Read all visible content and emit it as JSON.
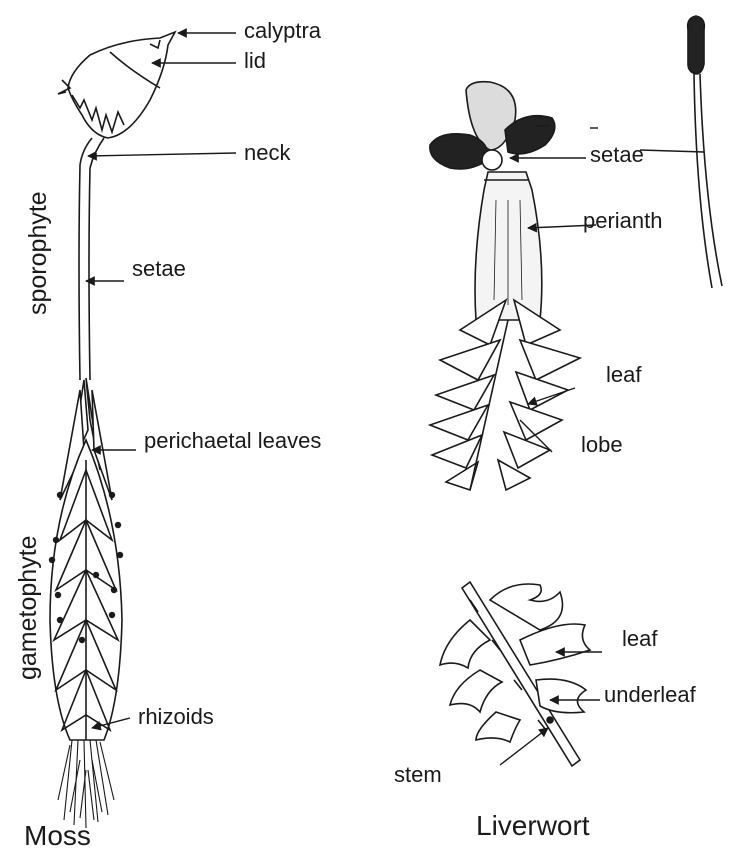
{
  "moss": {
    "title": "Moss",
    "groups": {
      "sporophyte": "sporophyte",
      "gametophyte": "gametophyte"
    },
    "labels": {
      "calyptra": "calyptra",
      "lid": "lid",
      "neck": "neck",
      "setae": "setae",
      "perichaetal": "perichaetal leaves",
      "rhizoids": "rhizoids"
    }
  },
  "liverwort": {
    "title": "Liverwort",
    "labels": {
      "setae": "setae",
      "perianth": "perianth",
      "leaf_top": "leaf",
      "lobe": "lobe",
      "leaf_bottom": "leaf",
      "underleaf": "underleaf",
      "stem": "stem"
    }
  },
  "colors": {
    "ink": "#1a1a1a",
    "background": "#ffffff",
    "fill_dark": "#222222",
    "fill_light": "#f4f4f4"
  }
}
